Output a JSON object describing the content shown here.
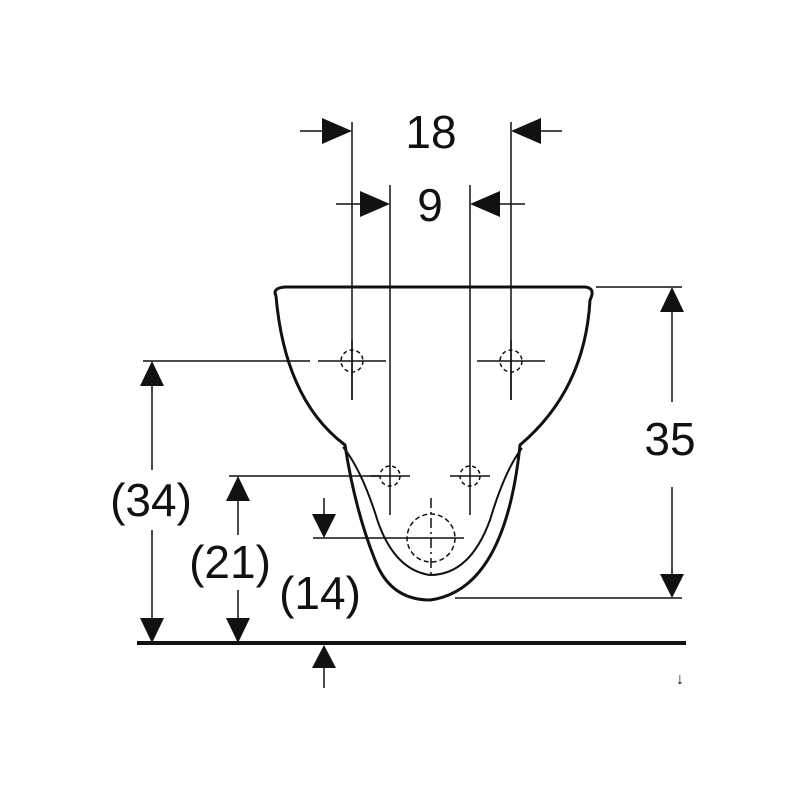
{
  "dimensions": {
    "top_outer": "18",
    "top_inner": "9",
    "height_right": "35",
    "left_outer": "(34)",
    "left_middle": "(21)",
    "left_inner": "(14)"
  },
  "marks": {
    "floor_symbol": "↓"
  },
  "colors": {
    "line": "#111111",
    "background": "#ffffff"
  }
}
